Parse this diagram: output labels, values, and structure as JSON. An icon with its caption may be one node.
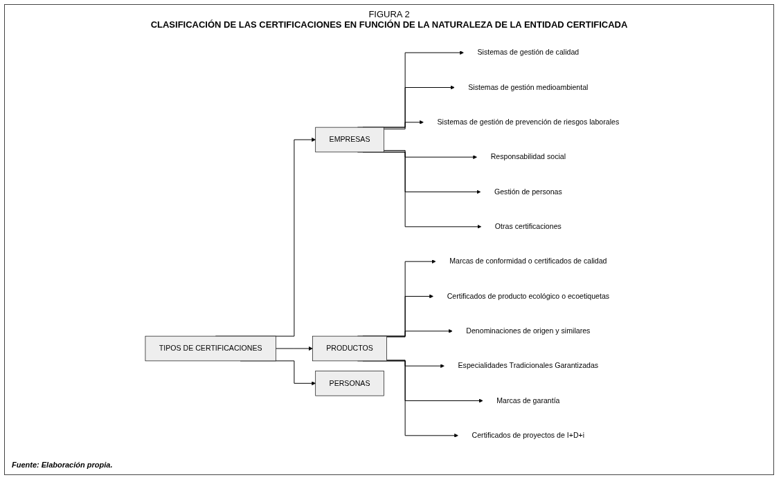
{
  "diagram": {
    "title": "CLASIFICACIÓN DE LAS CERTIFICACIONES EN FUNCIÓN DE LA NATURALEZA DE LA ENTIDAD CERTIFICADA",
    "caption": "Fuente:  Elaboración propia.",
    "labels": [
      "FIGURA 2"
    ],
    "nodes": [
      {
        "text": [
          "TIPOS DE CERTIFICACIONES"
        ]
      },
      {
        "text": [
          "EMPRESAS"
        ]
      },
      {
        "text": [
          "PRODUCTOS"
        ]
      },
      {
        "text": [
          "PERSONAS"
        ]
      },
      {
        "text": [
          "Sistemas de gestión de calidad"
        ]
      },
      {
        "text": [
          "Sistemas de gestión medioambiental"
        ]
      },
      {
        "text": [
          "Sistemas de gestión de prevención de riesgos laborales"
        ]
      },
      {
        "text": [
          "Responsabilidad social"
        ]
      },
      {
        "text": [
          "Gestión de personas"
        ]
      },
      {
        "text": [
          "Otras certificaciones"
        ]
      },
      {
        "text": [
          "Marcas de conformidad o certificados de calidad"
        ]
      },
      {
        "text": [
          "Certificados de producto ecológico o ecoetiquetas"
        ]
      },
      {
        "text": [
          "Denominaciones de origen y similares"
        ]
      },
      {
        "text": [
          "Especialidades Tradicionales Garantizadas"
        ]
      },
      {
        "text": [
          "Marcas de garantía"
        ]
      },
      {
        "text": [
          "Certificados de proyectos de I+D+i"
        ]
      }
    ],
    "edges": [
      {
        "from": 0,
        "to": 1,
        "arrow": "to"
      },
      {
        "from": 0,
        "to": 2,
        "arrow": "to"
      },
      {
        "from": 0,
        "to": 3,
        "arrow": "to"
      },
      {
        "from": 1,
        "to": 4,
        "arrow": "to"
      },
      {
        "from": 1,
        "to": 5,
        "arrow": "to"
      },
      {
        "from": 1,
        "to": 6,
        "arrow": "to"
      },
      {
        "from": 1,
        "to": 7,
        "arrow": "to"
      },
      {
        "from": 1,
        "to": 8,
        "arrow": "to"
      },
      {
        "from": 1,
        "to": 9,
        "arrow": "to"
      },
      {
        "from": 2,
        "to": 10,
        "arrow": "to"
      },
      {
        "from": 2,
        "to": 11,
        "arrow": "to"
      },
      {
        "from": 2,
        "to": 12,
        "arrow": "to"
      },
      {
        "from": 2,
        "to": 13,
        "arrow": "to"
      },
      {
        "from": 2,
        "to": 14,
        "arrow": "to"
      },
      {
        "from": 2,
        "to": 15,
        "arrow": "to"
      }
    ]
  }
}
